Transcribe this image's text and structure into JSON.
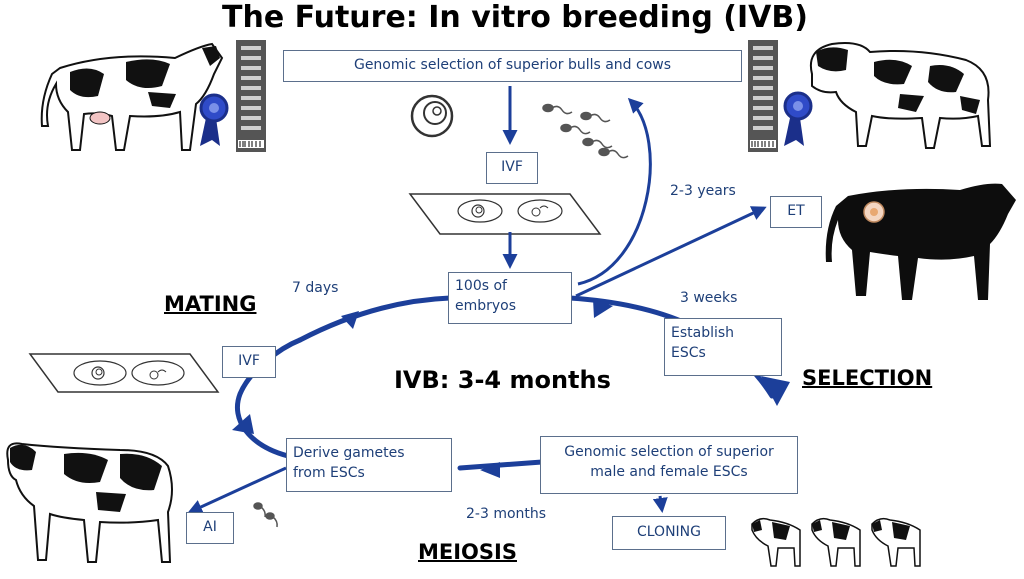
{
  "title": "The Future: In vitro breeding (IVB)",
  "header_box": "Genomic selection of superior bulls and cows",
  "boxes": {
    "ivf_top": "IVF",
    "embryos_line1": "100s of",
    "embryos_line2": "embryos",
    "et": "ET",
    "establish_line1": "Establish",
    "establish_line2": "ESCs",
    "ivf_left": "IVF",
    "derive_line1": "Derive gametes",
    "derive_line2": "from ESCs",
    "genomic_line1": "Genomic selection of superior",
    "genomic_line2": "male and female ESCs",
    "ai": "AI",
    "cloning": "CLONING"
  },
  "labels": {
    "two_three_years": "2-3 years",
    "seven_days": "7 days",
    "three_weeks": "3 weeks",
    "two_three_months": "2-3 months",
    "center": "IVB: 3-4 months",
    "mating": "MATING",
    "selection": "SELECTION",
    "meiosis": "MEIOSIS"
  },
  "colors": {
    "arrow_blue": "#1c3f9a",
    "text_blue": "#1e3f78",
    "box_border": "#5b6f8c"
  }
}
